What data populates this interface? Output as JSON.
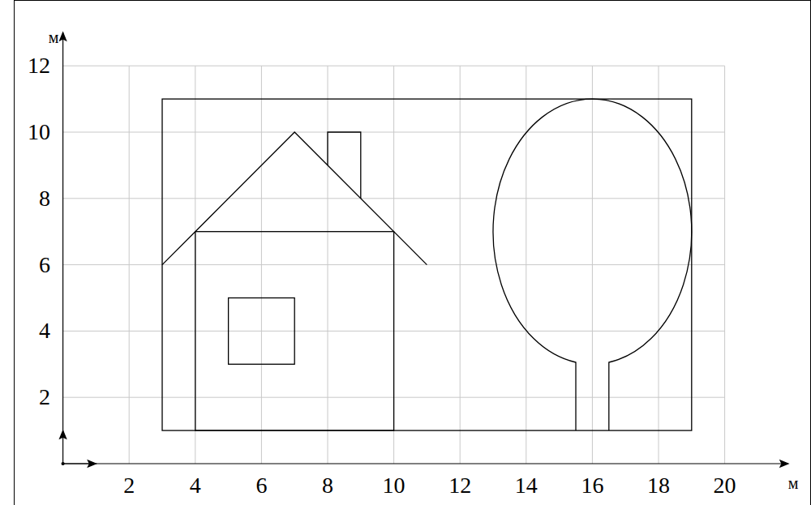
{
  "diagram": {
    "labels": [
      "м",
      "12",
      "10",
      "8",
      "6",
      "4",
      "2",
      "2",
      "4",
      "6",
      "8",
      "10",
      "12",
      "14",
      "16",
      "18",
      "20",
      "м"
    ]
  }
}
